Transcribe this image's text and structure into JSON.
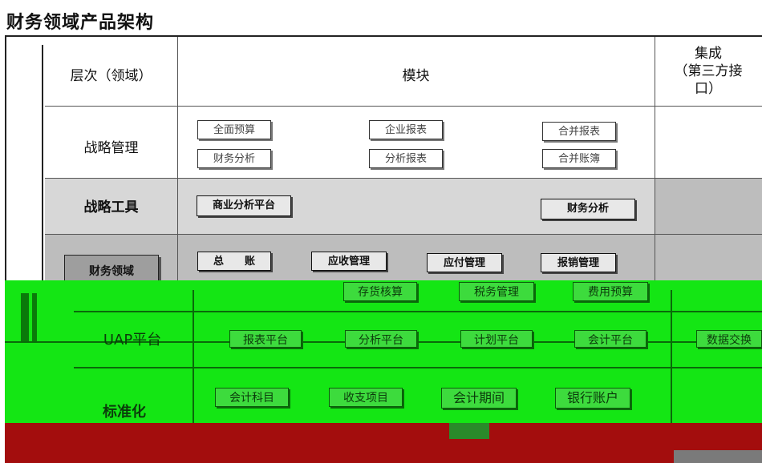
{
  "title": "财务领域产品架构",
  "headers": {
    "layer": "层次（领域）",
    "modules": "模块",
    "integration": [
      "集成",
      "（第三方接",
      "口）"
    ]
  },
  "rows": {
    "strategic_mgmt": {
      "label": "战略管理",
      "modules": [
        "全面预算",
        "企业报表",
        "合并报表",
        "财务分析",
        "分析报表",
        "合并账簿"
      ]
    },
    "strategic_tools": {
      "label": "战略工具",
      "modules": [
        "商业分析平台",
        "财务分析"
      ]
    },
    "finance": {
      "label": "财务领域",
      "modules": [
        "总　　账",
        "应收管理",
        "应付管理",
        "报销管理",
        "存货核算",
        "税务管理",
        "费用预算"
      ]
    },
    "uap": {
      "label": "UAP平台",
      "modules": [
        "报表平台",
        "分析平台",
        "计划平台",
        "会计平台"
      ],
      "integration": "数据交换"
    },
    "standard": {
      "label": "标准化",
      "modules": [
        "会计科目",
        "收支项目",
        "会计期间",
        "银行账户"
      ]
    }
  },
  "colors": {
    "gray_band": "#bdbdbd",
    "green_band": "#14e614",
    "red_band": "#a30d0d",
    "module_dark": "#9e9e9e"
  }
}
